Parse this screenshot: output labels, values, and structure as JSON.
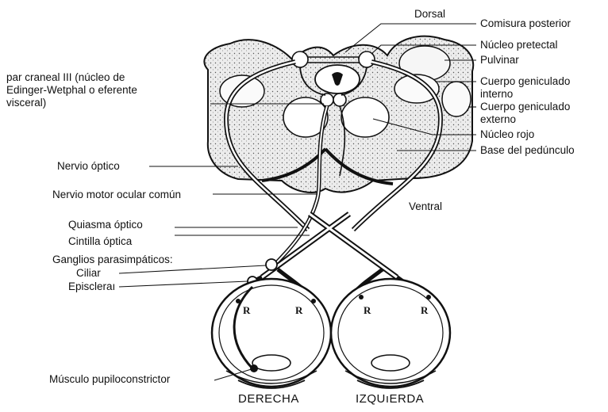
{
  "labels": {
    "dorsal": "Dorsal",
    "comisura_posterior": "Comisura posterior",
    "nucleo_pretectal": "Núcleo pretectal",
    "pulvinar": "Pulvinar",
    "cuerpo_geniculado_interno": "Cuerpo geniculado\ninterno",
    "cuerpo_geniculado_externo": "Cuerpo geniculado\nexterno",
    "nucleo_rojo": "Núcleo rojo",
    "base_pedunculo": "Base del pedúnculo",
    "par_craneal": "par craneal III (núcleo de\nEdinger-Wetphal o eferente\nvisceral)",
    "nervio_optico": "Nervio óptico",
    "nervio_motor": "Nervio motor ocular común",
    "ventral": "Ventral",
    "quiasma": "Quiasma óptico",
    "cintilla": "Cintilla óptica",
    "ganglios": "Ganglios parasimpáticos:",
    "ciliar": "Ciliar",
    "episcleral": "Episcleraı",
    "musculo": "Músculo pupiloconstrictor",
    "derecha": "DERECHA",
    "izquierda": "IZQUıERDA",
    "r_mark": "R"
  },
  "colors": {
    "ink": "#111111",
    "stipple": "#e8e8e8"
  }
}
